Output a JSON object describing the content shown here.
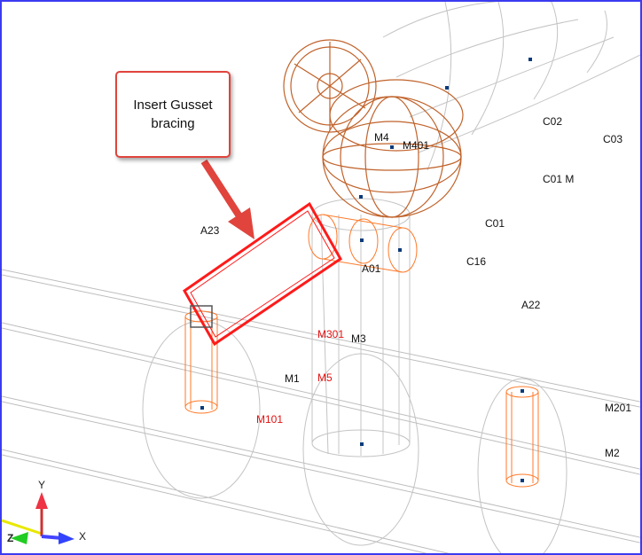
{
  "callout": {
    "text": "Insert Gusset bracing"
  },
  "labels": {
    "a23": "A23",
    "m4": "M4",
    "m401": "M401",
    "c02": "C02",
    "c03": "C03",
    "c01m": "C01 M",
    "c01": "C01",
    "c16": "C16",
    "a01": "A01",
    "a22": "A22",
    "m301": "M301",
    "m3": "M3",
    "m1": "M1",
    "m5": "M5",
    "m101": "M101",
    "m201": "M201",
    "m2": "M2"
  },
  "axes": {
    "x": "X",
    "y": "Y",
    "z": "Z"
  },
  "colors": {
    "border": "#3b3bf0",
    "selected": "#ff1a1a",
    "valve": "#c0622a",
    "support": "#ff7a2a",
    "wire": "#c8c8c8",
    "node": "#0a3a7a"
  }
}
